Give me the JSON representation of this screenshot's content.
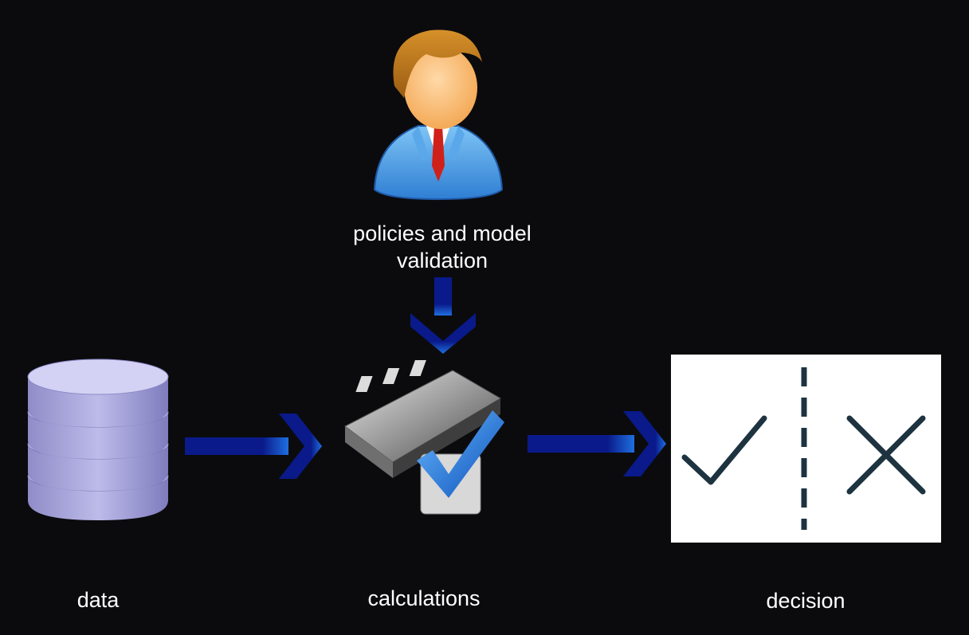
{
  "nodes": {
    "person": {
      "label_line1": "policies and model",
      "label_line2": "validation",
      "icon": "business-person-icon"
    },
    "data": {
      "label": "data",
      "icon": "database-icon"
    },
    "calculations": {
      "label": "calculations",
      "icon": "chip-check-icon"
    },
    "decision": {
      "label": "decision",
      "icon": "check-cross-decision-icon"
    }
  },
  "colors": {
    "background": "#0b0b0e",
    "arrow_dark": "#0a1a8a",
    "arrow_light": "#1f6fe0",
    "database": "#a9a6dc",
    "decision_panel": "#ffffff",
    "decision_marks": "#1e3340"
  }
}
